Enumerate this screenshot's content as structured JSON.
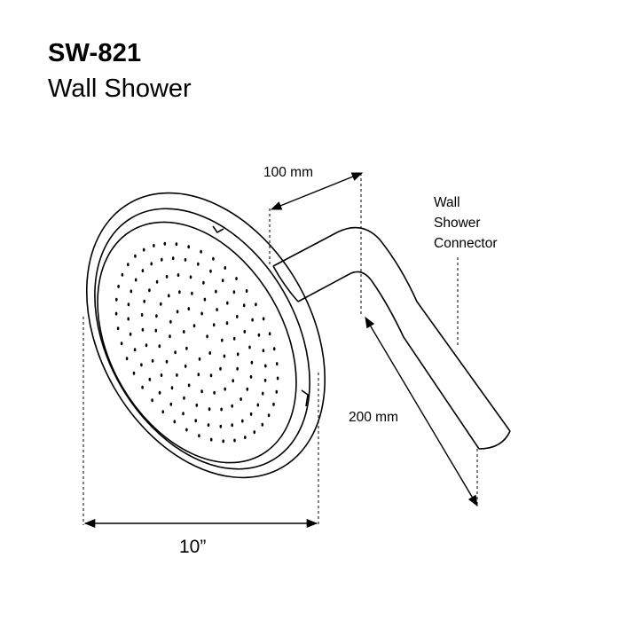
{
  "product": {
    "code": "SW-821",
    "name": "Wall Shower"
  },
  "dimensions": {
    "arm_offset": "100 mm",
    "arm_length": "200 mm",
    "head_diameter": "10”"
  },
  "connector_label": [
    "Wall",
    "Shower",
    "Connector"
  ],
  "colors": {
    "line": "#000000",
    "background": "#ffffff"
  }
}
